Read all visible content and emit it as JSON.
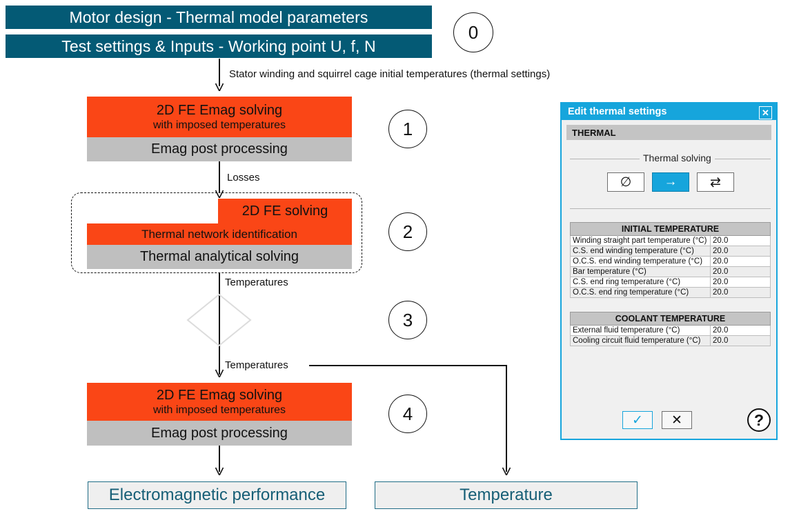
{
  "flow": {
    "header_bars": [
      {
        "label": "Motor design - Thermal model parameters"
      },
      {
        "label": "Test settings & Inputs - Working point U, f, N"
      }
    ],
    "steps": [
      {
        "number": "0"
      },
      {
        "number": "1"
      },
      {
        "number": "2"
      },
      {
        "number": "3"
      },
      {
        "number": "4"
      }
    ],
    "edge_labels": {
      "init_temps": "Stator winding and squirrel cage initial temperatures (thermal settings)",
      "losses": "Losses",
      "temperatures_mid": "Temperatures",
      "temperatures_low": "Temperatures"
    },
    "step1": {
      "title": "2D FE Emag solving",
      "subtitle": "with imposed temperatures",
      "post": "Emag post processing"
    },
    "step2": {
      "fe_solving": "2D FE solving",
      "network": "Thermal network identification",
      "analytical": "Thermal analytical solving"
    },
    "step4": {
      "title": "2D FE Emag solving",
      "subtitle": "with imposed temperatures",
      "post": "Emag post processing"
    },
    "results": [
      {
        "label": "Electromagnetic performance"
      },
      {
        "label": "Temperature"
      }
    ]
  },
  "dialog": {
    "title": "Edit thermal settings",
    "close_icon": "✕",
    "section_header": "THERMAL",
    "group_label": "Thermal solving",
    "mode_buttons": [
      {
        "name": "no-solving",
        "glyph": "∅",
        "selected": false
      },
      {
        "name": "one-way",
        "glyph": "→",
        "selected": true
      },
      {
        "name": "two-way",
        "glyph": "⇄",
        "selected": false
      }
    ],
    "initial_temperature": {
      "header": "INITIAL TEMPERATURE",
      "rows": [
        {
          "label": "Winding straight part temperature (°C)",
          "value": "20.0"
        },
        {
          "label": "C.S. end winding temperature (°C)",
          "value": "20.0"
        },
        {
          "label": "O.C.S. end winding temperature (°C)",
          "value": "20.0"
        },
        {
          "label": "Bar temperature (°C)",
          "value": "20.0"
        },
        {
          "label": "C.S. end ring temperature (°C)",
          "value": "20.0"
        },
        {
          "label": "O.C.S. end ring temperature (°C)",
          "value": "20.0"
        }
      ]
    },
    "coolant_temperature": {
      "header": "COOLANT TEMPERATURE",
      "rows": [
        {
          "label": "External fluid temperature (°C)",
          "value": "20.0"
        },
        {
          "label": "Cooling circuit fluid temperature (°C)",
          "value": "20.0"
        }
      ]
    },
    "footer": {
      "ok_glyph": "✓",
      "cancel_glyph": "✕",
      "help_glyph": "?"
    }
  },
  "colors": {
    "teal": "#045A75",
    "orange": "#FA4616",
    "gray": "#BFBFBF",
    "dialog_blue": "#16A5DC",
    "result_border": "#1F6C86",
    "result_text": "#165E76"
  }
}
